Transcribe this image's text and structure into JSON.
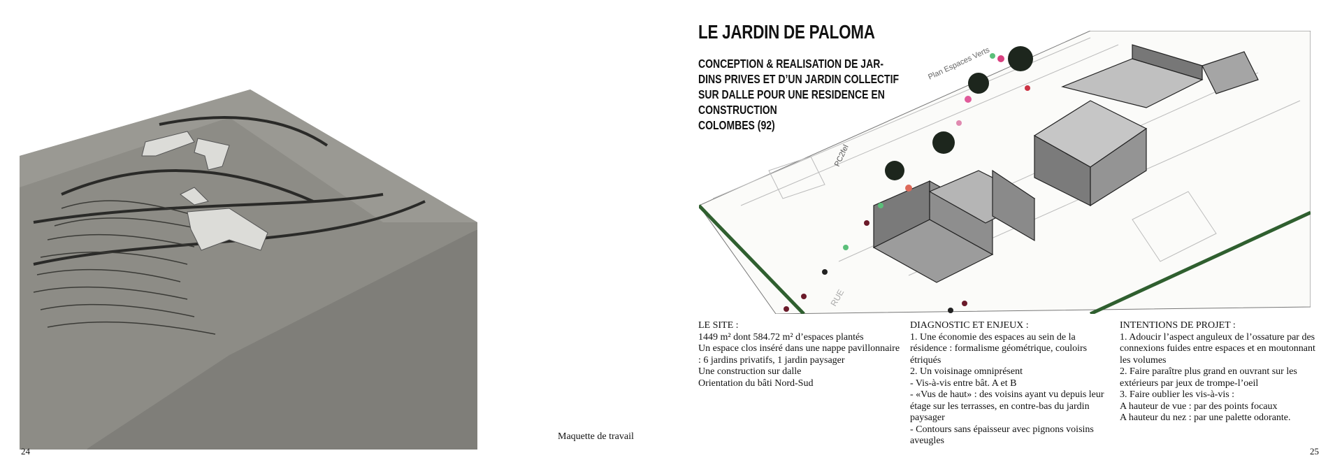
{
  "left_page": {
    "page_number": "24",
    "caption": "Maquette de travail"
  },
  "right_page": {
    "page_number": "25",
    "title": "LE JARDIN DE PALOMA",
    "subtitle_lines": [
      "CONCEPTION & REALISATION DE JAR-",
      "DINS PRIVES ET D’UN JARDIN COLLECTIF",
      "SUR DALLE POUR UNE RESIDENCE EN",
      "CONSTRUCTION",
      "COLOMBES (92)"
    ],
    "plan_labels": {
      "sheet_title": "Plan Espaces Verts",
      "street": "RUE",
      "marker": "PC2fel"
    },
    "columns": [
      {
        "heading": "LE SITE :",
        "lines": [
          "1449 m² dont 584.72 m² d’espaces plantés",
          "Un espace clos inséré dans une nappe pavillonnaire",
          ": 6 jardins privatifs, 1 jardin paysager",
          "Une construction sur dalle",
          "Orientation du bâti Nord-Sud"
        ]
      },
      {
        "heading": "DIAGNOSTIC ET ENJEUX :",
        "lines": [
          "1. Une économie des espaces au sein de la",
          "résidence : formalisme géométrique, couloirs",
          "étriqués",
          "2. Un voisinage omniprésent",
          "- Vis-à-vis entre bât. A et B",
          "- «Vus de haut» : des voisins ayant vu depuis leur",
          "étage sur les terrasses, en contre-bas du jardin",
          "paysager",
          "- Contours sans épaisseur avec pignons voisins",
          "aveugles"
        ]
      },
      {
        "heading": "INTENTIONS DE PROJET :",
        "lines": [
          "1. Adoucir l’aspect anguleux de l’ossature par des",
          "connexions fuides entre espaces et en moutonnant",
          "les volumes",
          "2. Faire paraître plus grand en ouvrant sur les",
          "extérieurs par jeux de trompe-l’oeil",
          "3. Faire oublier les vis-à-vis :",
          "A hauteur de vue : par des points focaux",
          "A hauteur du nez : par une palette odorante."
        ]
      }
    ]
  }
}
